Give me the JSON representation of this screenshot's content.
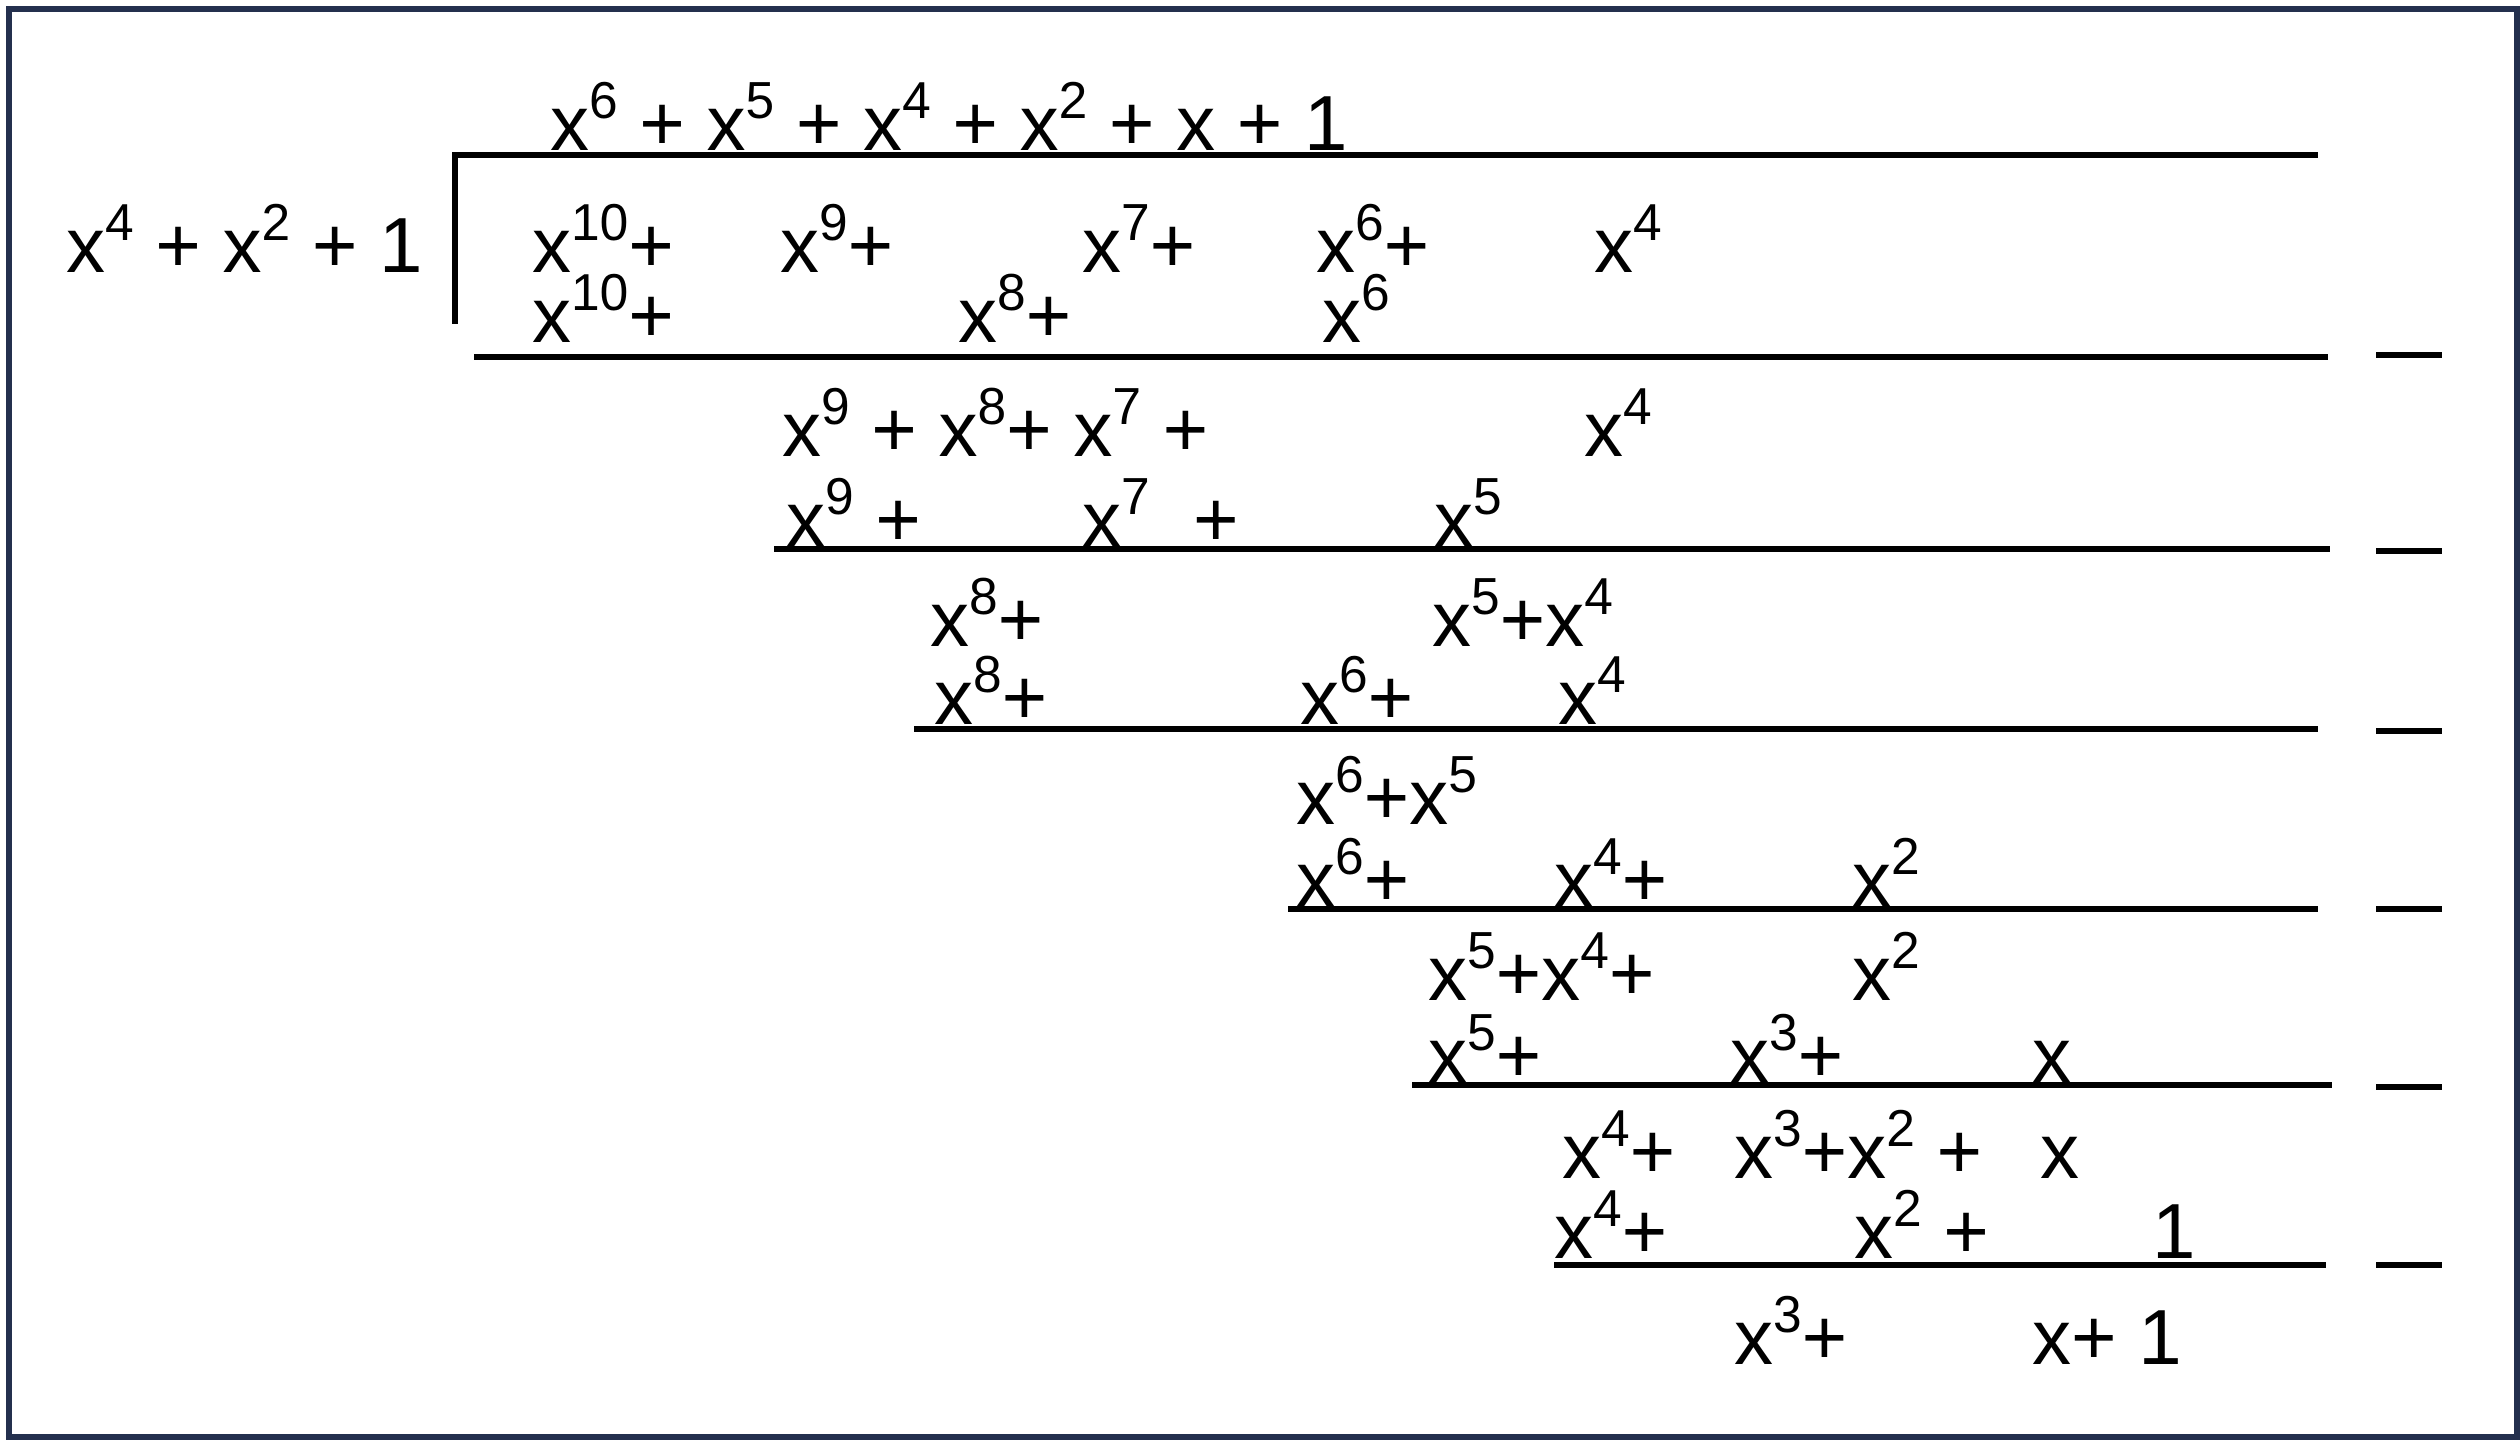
{
  "diagram": {
    "divisor": [
      {
        "b": "x",
        "e": "4"
      },
      {
        "b": " + x",
        "e": "2"
      },
      {
        "b": " + 1"
      }
    ],
    "quotient": [
      {
        "b": "x",
        "e": "6"
      },
      {
        "b": " + x",
        "e": "5"
      },
      {
        "b": " + x",
        "e": "4"
      },
      {
        "b": " + x",
        "e": "2"
      },
      {
        "b": " + x + 1"
      }
    ],
    "rows": [
      {
        "id": "dividend",
        "terms": [
          [
            {
              "b": "x",
              "e": "10"
            },
            {
              "b": "+"
            }
          ],
          [
            {
              "b": "x",
              "e": "9"
            },
            {
              "b": "+"
            }
          ],
          [
            {
              "b": "x",
              "e": "7"
            },
            {
              "b": "+"
            }
          ],
          [
            {
              "b": "x",
              "e": "6"
            },
            {
              "b": "+"
            }
          ],
          [
            {
              "b": "x",
              "e": "4"
            }
          ]
        ]
      },
      {
        "id": "sub1",
        "terms": [
          [
            {
              "b": "x",
              "e": "10"
            },
            {
              "b": "+"
            }
          ],
          [
            {
              "b": "x",
              "e": "8"
            },
            {
              "b": "+"
            }
          ],
          [
            {
              "b": "x",
              "e": "6"
            }
          ]
        ]
      },
      {
        "id": "rem1",
        "terms": [
          [
            {
              "b": "x",
              "e": "9"
            },
            {
              "b": " + x",
              "e": "8"
            },
            {
              "b": "+ x",
              "e": "7"
            },
            {
              "b": " +"
            }
          ],
          [
            {
              "b": "x",
              "e": "4"
            }
          ]
        ]
      },
      {
        "id": "sub2",
        "terms": [
          [
            {
              "b": "x",
              "e": "9"
            },
            {
              "b": " +"
            }
          ],
          [
            {
              "b": "x",
              "e": "7"
            },
            {
              "b": "  +"
            }
          ],
          [
            {
              "b": "x",
              "e": "5"
            }
          ]
        ]
      },
      {
        "id": "rem2",
        "terms": [
          [
            {
              "b": "x",
              "e": "8"
            },
            {
              "b": "+"
            }
          ],
          [
            {
              "b": "x",
              "e": "5"
            },
            {
              "b": "+x",
              "e": "4"
            }
          ]
        ]
      },
      {
        "id": "sub3",
        "terms": [
          [
            {
              "b": "x",
              "e": "8"
            },
            {
              "b": "+"
            }
          ],
          [
            {
              "b": "x",
              "e": "6"
            },
            {
              "b": "+"
            }
          ],
          [
            {
              "b": "x",
              "e": "4"
            }
          ]
        ]
      },
      {
        "id": "rem3",
        "terms": [
          [
            {
              "b": "x",
              "e": "6"
            },
            {
              "b": "+x",
              "e": "5"
            }
          ]
        ]
      },
      {
        "id": "sub4",
        "terms": [
          [
            {
              "b": "x",
              "e": "6"
            },
            {
              "b": "+"
            }
          ],
          [
            {
              "b": "x",
              "e": "4"
            },
            {
              "b": "+"
            }
          ],
          [
            {
              "b": "x",
              "e": "2"
            }
          ]
        ]
      },
      {
        "id": "rem4",
        "terms": [
          [
            {
              "b": "x",
              "e": "5"
            },
            {
              "b": "+x",
              "e": "4"
            },
            {
              "b": "+"
            }
          ],
          [
            {
              "b": "x",
              "e": "2"
            }
          ]
        ]
      },
      {
        "id": "sub5",
        "terms": [
          [
            {
              "b": "x",
              "e": "5"
            },
            {
              "b": "+"
            }
          ],
          [
            {
              "b": "x",
              "e": "3"
            },
            {
              "b": "+"
            }
          ],
          [
            {
              "b": "x"
            }
          ]
        ]
      },
      {
        "id": "rem5",
        "terms": [
          [
            {
              "b": "x",
              "e": "4"
            },
            {
              "b": "+"
            }
          ],
          [
            {
              "b": "x",
              "e": "3"
            },
            {
              "b": "+x",
              "e": "2"
            },
            {
              "b": " +"
            }
          ],
          [
            {
              "b": "x"
            }
          ]
        ]
      },
      {
        "id": "sub6",
        "terms": [
          [
            {
              "b": "x",
              "e": "4"
            },
            {
              "b": "+"
            }
          ],
          [
            {
              "b": "x",
              "e": "2"
            },
            {
              "b": " +"
            }
          ],
          [
            {
              "b": "1"
            }
          ]
        ]
      },
      {
        "id": "remainder",
        "terms": [
          [
            {
              "b": "x",
              "e": "3"
            },
            {
              "b": "+"
            }
          ],
          [
            {
              "b": "x+ 1"
            }
          ]
        ]
      }
    ],
    "subtraction_sign_count": 6
  }
}
